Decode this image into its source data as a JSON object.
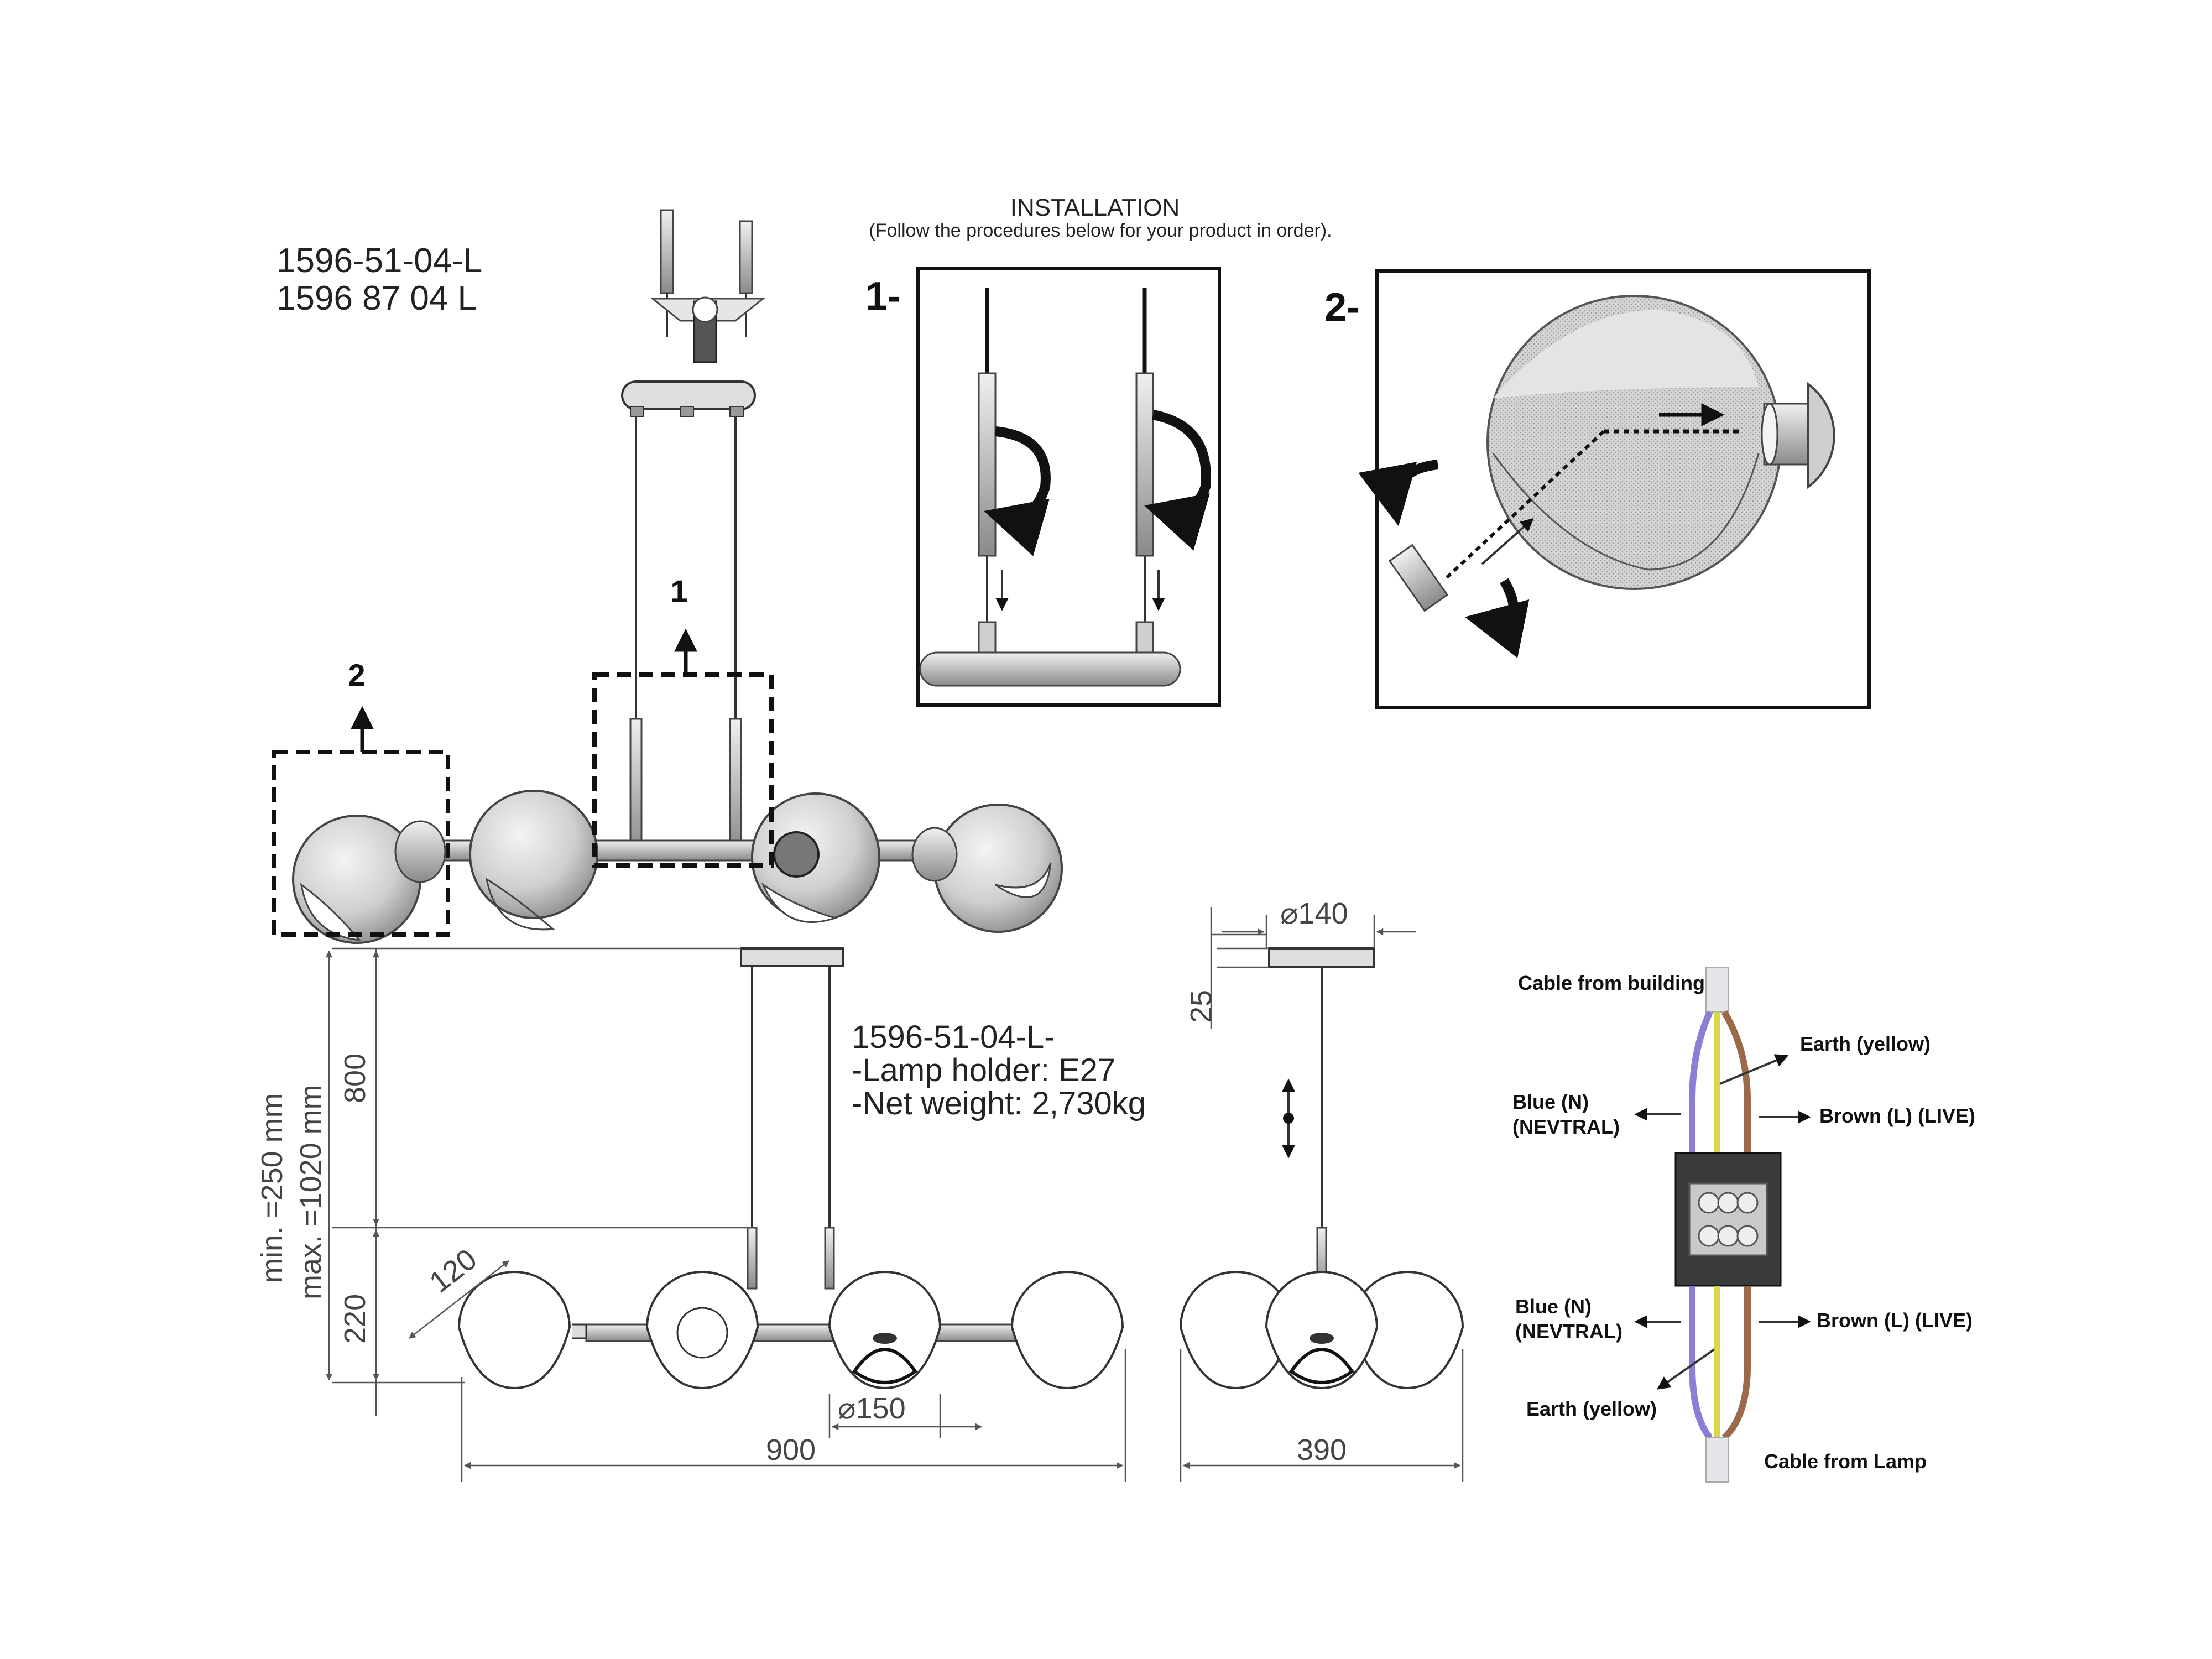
{
  "header": {
    "title": "INSTALLATION",
    "subtitle": "(Follow the procedures below for your product in order)."
  },
  "models": [
    "1596-51-04-L",
    "1596 87 04 L"
  ],
  "spec": {
    "model_line": "1596-51-04-L-",
    "lamp_holder": "-Lamp holder: E27",
    "net_weight": "-Net weight: 2,730kg"
  },
  "steps": [
    {
      "label": "1-",
      "callout": "1"
    },
    {
      "label": "2-",
      "callout": "2"
    }
  ],
  "dimensions": {
    "canopy_diameter": "⌀140",
    "canopy_height": "25",
    "cable_length": "800",
    "body_height": "220",
    "shade_offset": "120",
    "shade_diameter": "⌀150",
    "total_width": "900",
    "total_depth": "390",
    "min_height": "min. =250 mm",
    "max_height": "max. =1020 mm"
  },
  "wiring": {
    "cable_from_building": "Cable from building",
    "earth_top": "Earth (yellow)",
    "blue_top": "Blue (N)",
    "neutral_top": "(NEVTRAL)",
    "brown_top": "Brown (L) (LIVE)",
    "blue_bottom": "Blue (N)",
    "neutral_bottom": "(NEVTRAL)",
    "brown_bottom": "Brown (L) (LIVE)",
    "earth_bottom": "Earth (yellow)",
    "cable_from_lamp": "Cable from Lamp",
    "colors": {
      "blue": "#8a7fd6",
      "yellow": "#d8d84a",
      "brown": "#9a6a4a",
      "sheath": "#e6e6ea"
    }
  }
}
